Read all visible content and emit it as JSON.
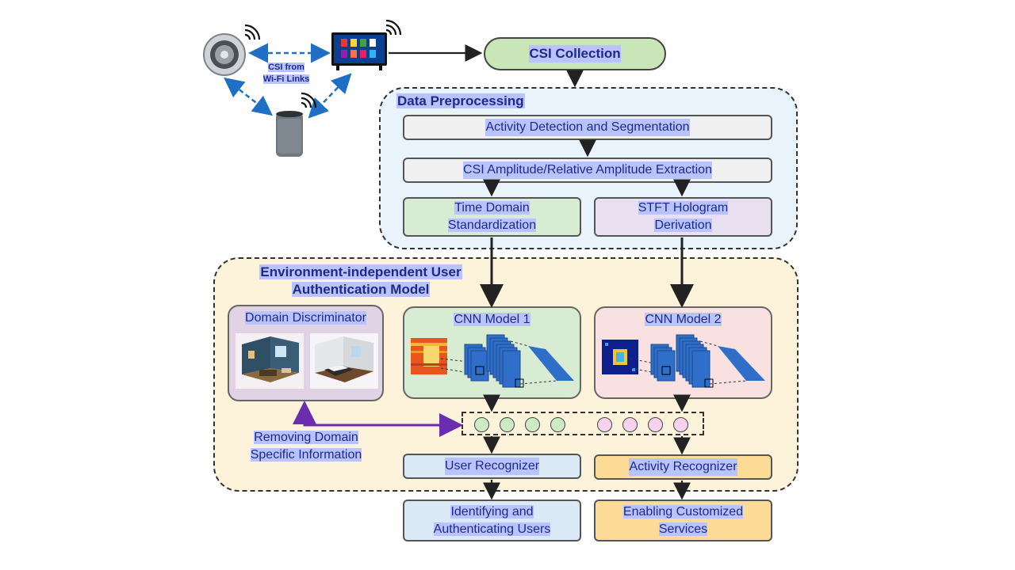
{
  "devices": {
    "link_label_line1": "CSI from",
    "link_label_line2": "Wi-Fi Links"
  },
  "csi_collection": "CSI Collection",
  "preprocessing": {
    "title": "Data Preprocessing",
    "activity_detection": "Activity Detection and Segmentation",
    "amplitude_extraction": "CSI Amplitude/Relative Amplitude Extraction",
    "time_domain_line1": "Time Domain",
    "time_domain_line2": "Standardization",
    "stft_line1": "STFT Hologram",
    "stft_line2": "Derivation"
  },
  "model": {
    "title_line1": "Environment-independent User",
    "title_line2": "Authentication Model",
    "domain_discriminator": "Domain Discriminator",
    "cnn1": "CNN Model 1",
    "cnn2": "CNN Model 2",
    "removing_line1": "Removing Domain",
    "removing_line2": "Specific Information",
    "user_recognizer": "User Recognizer",
    "activity_recognizer": "Activity Recognizer"
  },
  "outputs": {
    "identifying_line1": "Identifying and",
    "identifying_line2": "Authenticating Users",
    "enabling_line1": "Enabling Customized",
    "enabling_line2": "Services"
  },
  "colors": {
    "green": "#d8ecd3",
    "purple_light": "#e8dff0",
    "pink": "#f9e1e1",
    "blue_light": "#dbe9f6",
    "orange": "#fbdb96",
    "preprocess_bg": "#e9f3fb",
    "model_bg": "#fdf3db",
    "arrow_purple": "#6a2db0",
    "wifi_blue": "#1f6fc4"
  }
}
